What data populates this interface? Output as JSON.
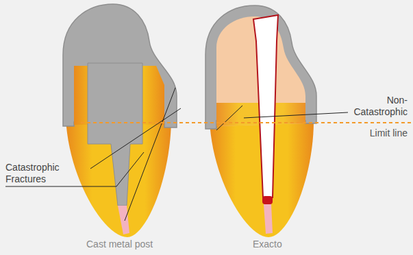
{
  "diagram": {
    "labels": [
      "Non-Catastrophic",
      "Limit line",
      "Catastrophic Fractures",
      "Cast metal post",
      "Exacto"
    ]
  }
}
